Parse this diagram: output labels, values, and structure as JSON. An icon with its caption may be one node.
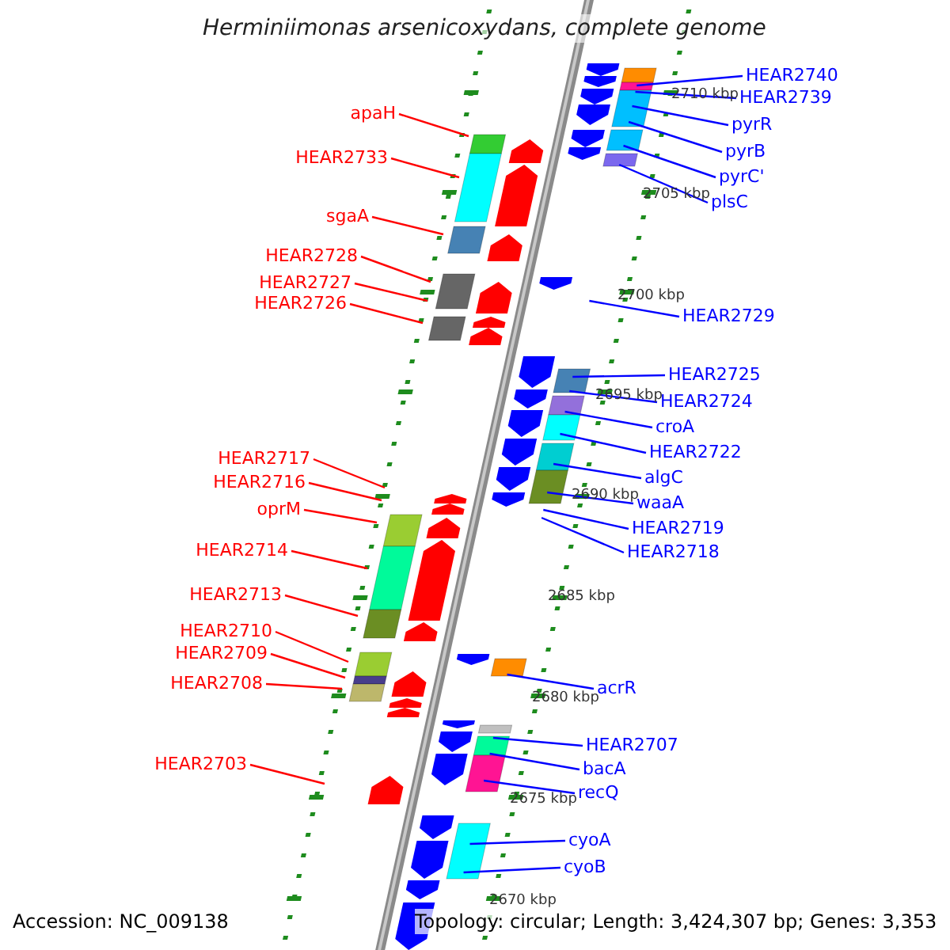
{
  "diagram": {
    "title": "Herminiimonas arsenicoxydans, complete genome",
    "nodes": [
      {
        "text": [
          "apaH"
        ]
      },
      {
        "text": [
          "HEAR2733"
        ]
      },
      {
        "text": [
          "sgaA"
        ]
      },
      {
        "text": [
          "HEAR2728"
        ]
      },
      {
        "text": [
          "HEAR2727"
        ]
      },
      {
        "text": [
          "HEAR2726"
        ]
      },
      {
        "text": [
          "HEAR2717"
        ]
      },
      {
        "text": [
          "HEAR2716"
        ]
      },
      {
        "text": [
          "oprM"
        ]
      },
      {
        "text": [
          "HEAR2714"
        ]
      },
      {
        "text": [
          "HEAR2713"
        ]
      },
      {
        "text": [
          "HEAR2710"
        ]
      },
      {
        "text": [
          "HEAR2709"
        ]
      },
      {
        "text": [
          "HEAR2708"
        ]
      },
      {
        "text": [
          "HEAR2703"
        ]
      },
      {
        "text": [
          "HEAR2740"
        ]
      },
      {
        "text": [
          "HEAR2739"
        ]
      },
      {
        "text": [
          "pyrR"
        ]
      },
      {
        "text": [
          "pyrB"
        ]
      },
      {
        "text": [
          "pyrC'"
        ]
      },
      {
        "text": [
          "plsC"
        ]
      },
      {
        "text": [
          "HEAR2729"
        ]
      },
      {
        "text": [
          "HEAR2725"
        ]
      },
      {
        "text": [
          "HEAR2724"
        ]
      },
      {
        "text": [
          "croA"
        ]
      },
      {
        "text": [
          "HEAR2722"
        ]
      },
      {
        "text": [
          "algC"
        ]
      },
      {
        "text": [
          "waaA"
        ]
      },
      {
        "text": [
          "HEAR2719"
        ]
      },
      {
        "text": [
          "HEAR2718"
        ]
      },
      {
        "text": [
          "acrR"
        ]
      },
      {
        "text": [
          "HEAR2707"
        ]
      },
      {
        "text": [
          "bacA"
        ]
      },
      {
        "text": [
          "recQ"
        ]
      },
      {
        "text": [
          "cyoA"
        ]
      },
      {
        "text": [
          "cyoB"
        ]
      }
    ],
    "edges": [
      {
        "from": 0,
        "to": null,
        "arrow": "none",
        "color": "#ff0000"
      },
      {
        "from": 1,
        "to": null,
        "arrow": "none",
        "color": "#ff0000"
      },
      {
        "from": 2,
        "to": null,
        "arrow": "none",
        "color": "#ff0000"
      },
      {
        "from": 3,
        "to": null,
        "arrow": "none",
        "color": "#ff0000"
      },
      {
        "from": 4,
        "to": null,
        "arrow": "none",
        "color": "#ff0000"
      },
      {
        "from": 5,
        "to": null,
        "arrow": "none",
        "color": "#ff0000"
      },
      {
        "from": 6,
        "to": null,
        "arrow": "none",
        "color": "#ff0000"
      },
      {
        "from": 7,
        "to": null,
        "arrow": "none",
        "color": "#ff0000"
      },
      {
        "from": 8,
        "to": null,
        "arrow": "none",
        "color": "#ff0000"
      },
      {
        "from": 9,
        "to": null,
        "arrow": "none",
        "color": "#ff0000"
      },
      {
        "from": 10,
        "to": null,
        "arrow": "none",
        "color": "#ff0000"
      },
      {
        "from": 11,
        "to": null,
        "arrow": "none",
        "color": "#ff0000"
      },
      {
        "from": 12,
        "to": null,
        "arrow": "none",
        "color": "#ff0000"
      },
      {
        "from": 13,
        "to": null,
        "arrow": "none",
        "color": "#ff0000"
      },
      {
        "from": 14,
        "to": null,
        "arrow": "none",
        "color": "#ff0000"
      },
      {
        "from": 15,
        "to": null,
        "arrow": "none"
      },
      {
        "from": 16,
        "to": null,
        "arrow": "none"
      },
      {
        "from": 17,
        "to": null,
        "arrow": "none"
      },
      {
        "from": 18,
        "to": null,
        "arrow": "none"
      },
      {
        "from": 19,
        "to": null,
        "arrow": "none"
      },
      {
        "from": 20,
        "to": null,
        "arrow": "none"
      },
      {
        "from": 21,
        "to": null,
        "arrow": "none"
      },
      {
        "from": 22,
        "to": null,
        "arrow": "none"
      },
      {
        "from": 23,
        "to": null,
        "arrow": "none"
      },
      {
        "from": 24,
        "to": null,
        "arrow": "none"
      },
      {
        "from": 25,
        "to": null,
        "arrow": "none"
      },
      {
        "from": 26,
        "to": null,
        "arrow": "none"
      },
      {
        "from": 27,
        "to": null,
        "arrow": "none"
      },
      {
        "from": 28,
        "to": null,
        "arrow": "none"
      },
      {
        "from": 29,
        "to": null,
        "arrow": "none"
      },
      {
        "from": 30,
        "to": null,
        "arrow": "none"
      },
      {
        "from": 31,
        "to": null,
        "arrow": "none"
      },
      {
        "from": 32,
        "to": null,
        "arrow": "none"
      },
      {
        "from": 33,
        "to": null,
        "arrow": "none"
      },
      {
        "from": 34,
        "to": null,
        "arrow": "none"
      },
      {
        "from": 35,
        "to": null,
        "arrow": "none"
      }
    ],
    "labels": [
      "2710 kbp",
      "2705 kbp",
      "2700 kbp",
      "2695 kbp",
      "2690 kbp",
      "2685 kbp",
      "2680 kbp",
      "2675 kbp",
      "2670 kbp",
      "Accession: NC_009138",
      "Topology: circular; Length: 3,424,307 bp; Genes: 3,353"
    ]
  }
}
